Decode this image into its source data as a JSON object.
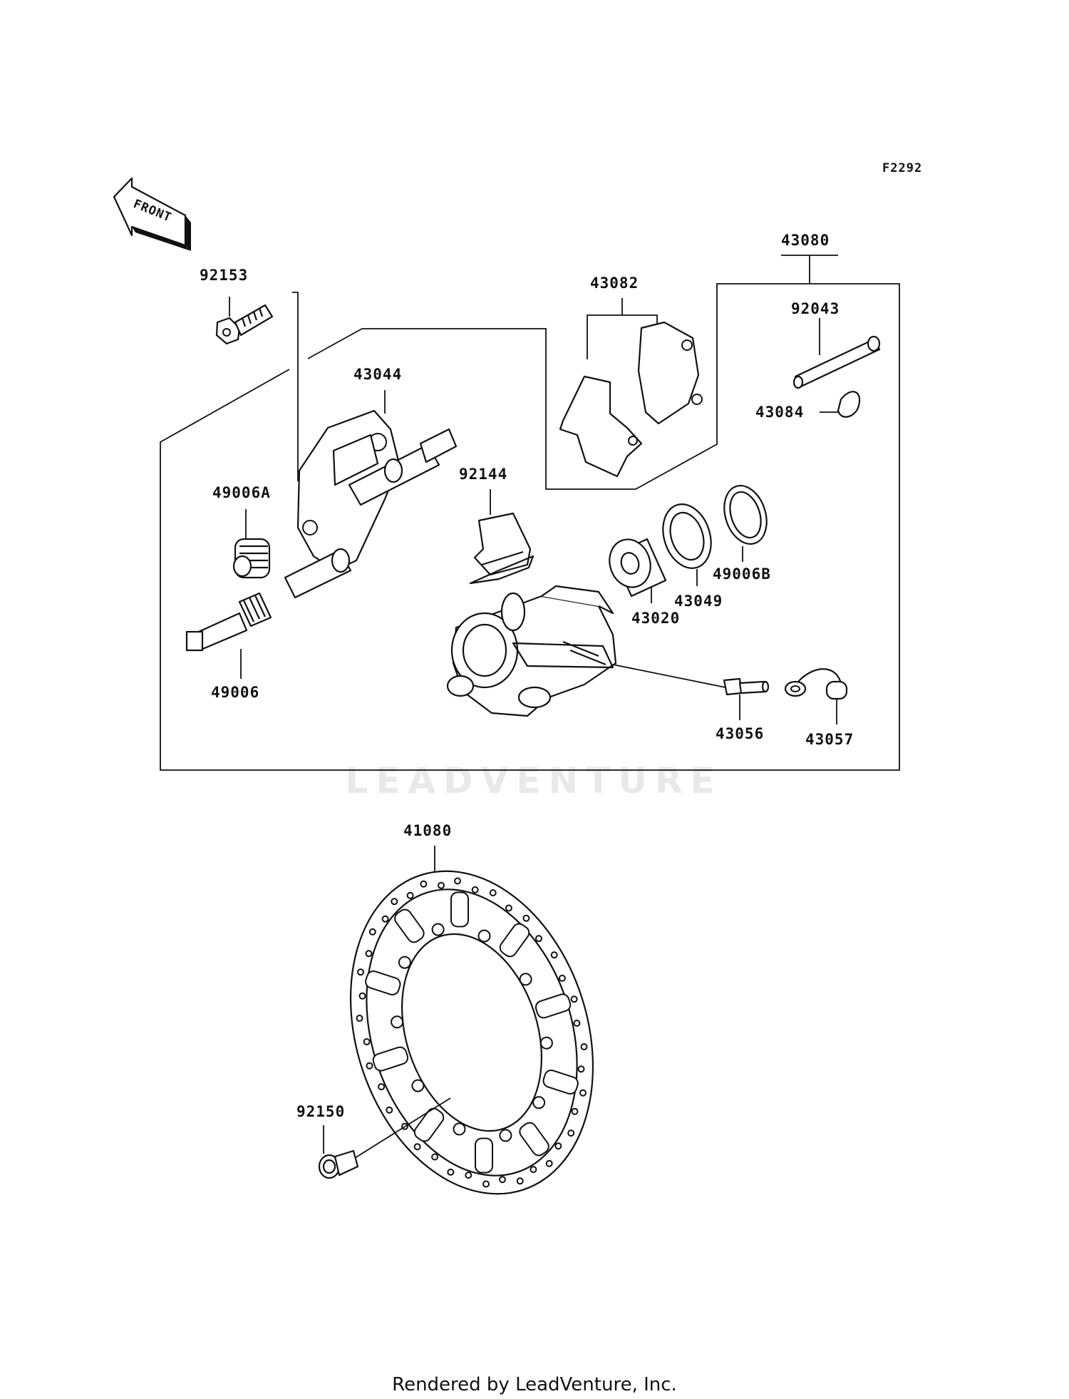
{
  "figure_code": "F2292",
  "front_label": "FRONT",
  "watermark": "LEADVENTURE",
  "footer": "Rendered by LeadVenture, Inc.",
  "parts": {
    "p43080": "43080",
    "p43082": "43082",
    "p92043": "92043",
    "p43084": "43084",
    "p92153": "92153",
    "p43044": "43044",
    "p92144": "92144",
    "p49006A": "49006A",
    "p49006B": "49006B",
    "p43049": "43049",
    "p43020": "43020",
    "p49006": "49006",
    "p43056": "43056",
    "p43057": "43057",
    "p41080": "41080",
    "p92150": "92150"
  }
}
